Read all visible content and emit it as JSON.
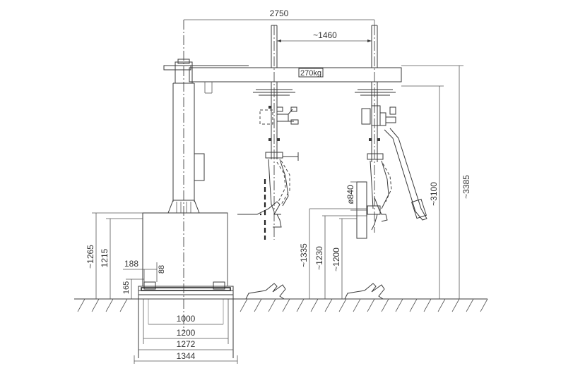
{
  "diagram": {
    "load_label": "270kg",
    "dimensions": {
      "arm_span": "2750",
      "tool_spacing": "~1460",
      "height_total": "~3385",
      "height_arm": "~3100",
      "wheel_diameter": "ø840",
      "height_1335": "~1335",
      "height_1230": "~1230",
      "height_1200": "~1200",
      "height_1265": "~1265",
      "height_1215": "1215",
      "foot_width": "188",
      "foot_height": "88",
      "base_plate": "165",
      "base_1000": "1000",
      "base_1200": "1200",
      "base_1272": "1272",
      "base_1344": "1344"
    }
  }
}
